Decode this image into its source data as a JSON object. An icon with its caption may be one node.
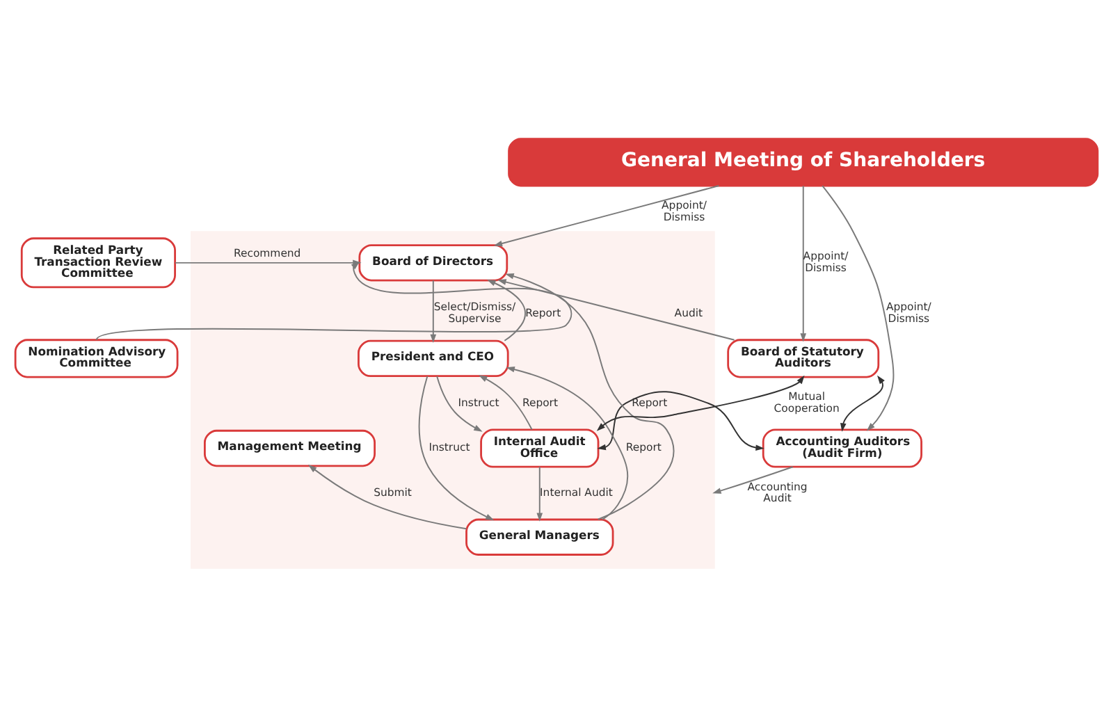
{
  "diagram": {
    "nodes": [
      {
        "text": [
          "General Meeting of Shareholders"
        ]
      },
      {
        "text": [
          "Related Party Transaction Review Committee"
        ]
      },
      {
        "text": [
          "Nomination Advisory Committee"
        ]
      },
      {
        "text": [],
        "shape": "box"
      },
      {
        "text": [
          "Board of Directors"
        ],
        "in": 3
      },
      {
        "text": [
          "President and CEO"
        ],
        "in": 3
      },
      {
        "text": [
          "Management Meeting"
        ],
        "in": 3
      },
      {
        "text": [
          "Internal Audit Office"
        ],
        "in": 3
      },
      {
        "text": [
          "General Managers"
        ],
        "in": 3
      },
      {
        "text": [
          "Board of Statutory Auditors"
        ]
      },
      {
        "text": [
          "Accounting Auditors (Audit Firm)"
        ]
      }
    ],
    "edges": [
      {
        "from": 0,
        "to": 4,
        "arrow": "to",
        "label": "Appoint/ Dismiss"
      },
      {
        "from": 0,
        "to": 9,
        "arrow": "to",
        "label": "Appoint/ Dismiss"
      },
      {
        "from": 0,
        "to": 10,
        "arrow": "to",
        "label": "Appoint/ Dismiss"
      },
      {
        "from": 1,
        "to": 4,
        "arrow": "to",
        "label": "Recommend"
      },
      {
        "from": 2,
        "to": 4,
        "arrow": "to"
      },
      {
        "from": 9,
        "to": 4,
        "arrow": "to",
        "label": "Audit"
      },
      {
        "from": 8,
        "to": 4,
        "arrow": "to",
        "label": "Report"
      },
      {
        "from": 5,
        "to": 4,
        "arrow": "to",
        "label": "Report"
      },
      {
        "from": 4,
        "to": 5,
        "arrow": "to",
        "label": "Select/Dismiss/ Supervise"
      },
      {
        "from": 7,
        "to": 5,
        "arrow": "to",
        "label": "Report"
      },
      {
        "from": 5,
        "to": 7,
        "arrow": "to",
        "label": "Instruct"
      },
      {
        "from": 9,
        "to": 7,
        "arrow": "both",
        "label": "Mutual Cooperation",
        "color": "#333333"
      },
      {
        "from": 7,
        "to": 10,
        "arrow": "both",
        "color": "#333333"
      },
      {
        "from": 9,
        "to": 10,
        "arrow": "both",
        "color": "#333333"
      },
      {
        "from": 8,
        "to": 6,
        "arrow": "to",
        "label": "Submit"
      },
      {
        "from": 8,
        "to": 5,
        "arrow": "to",
        "label": "Report"
      },
      {
        "from": 5,
        "to": 8,
        "arrow": "to",
        "label": "Instruct"
      },
      {
        "from": 7,
        "to": 8,
        "arrow": "to",
        "label": "Internal Audit"
      },
      {
        "from": 10,
        "to": 3,
        "arrow": "to",
        "label": "Accounting Audit"
      }
    ]
  }
}
